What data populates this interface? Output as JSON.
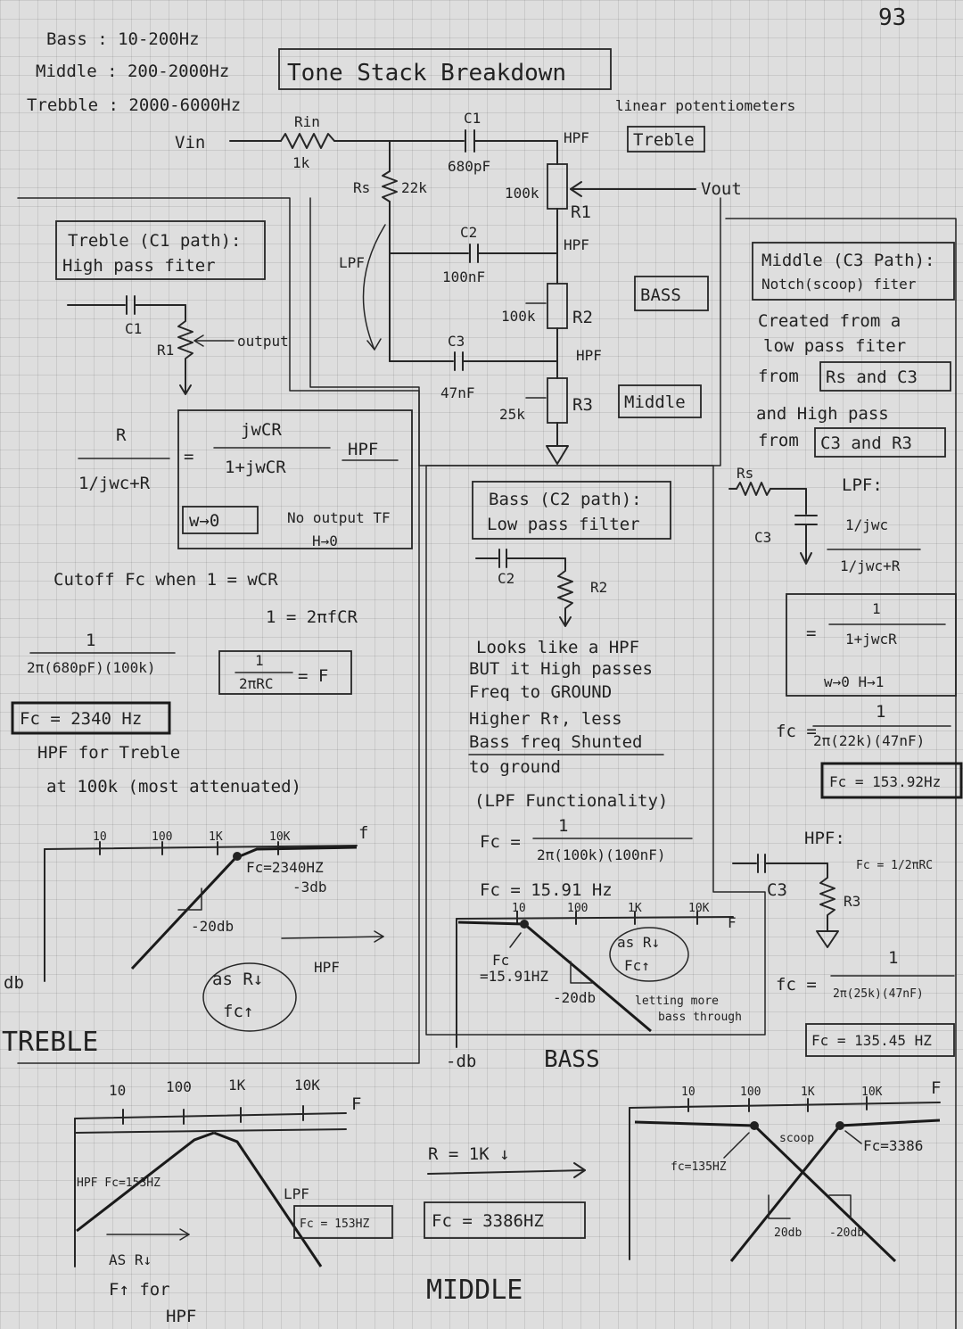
{
  "page": {
    "page_number": "93",
    "title": "Tone Stack Breakdown",
    "bands": [
      "Bass : 10-200Hz",
      "Middle : 200-2000Hz",
      "Trebble : 2000-6000Hz"
    ],
    "note_pots": "linear potentiometers"
  },
  "circuit": {
    "vin": "Vin",
    "rin_name": "Rin",
    "rin_value": "1k",
    "rs_name": "Rs",
    "rs_value": "22k",
    "c1_name": "C1",
    "c1_value": "680pF",
    "c2_name": "C2",
    "c2_value": "100nF",
    "c3_name": "C3",
    "c3_value": "47nF",
    "r1_name": "R1",
    "r1_value": "100k",
    "r2_name": "R2",
    "r2_value": "100k",
    "r3_name": "R3",
    "r3_value": "25k",
    "hpf": "HPF",
    "lpf": "LPF",
    "vout": "Vout",
    "treble_label": "Treble",
    "bass_label": "BASS",
    "middle_label": "Middle"
  },
  "treble": {
    "heading_1": "Treble (C1 path):",
    "heading_2": "High pass fiter",
    "c1": "C1",
    "r1": "R1",
    "output": "output",
    "frac_num": "R",
    "frac_den": "1/jwc+R",
    "eq": "=",
    "tf_num": "jwCR",
    "tf_den": "1+jwCR",
    "tf_tag": "HPF",
    "limit": "w→0",
    "limit_note_1": "No output TF",
    "limit_note_2": "H→0",
    "cutoff_1": "Cutoff Fc when   1 = wCR",
    "cutoff_2": "1 = 2πfCR",
    "calc_num": "1",
    "calc_den": "2π(680pF)(100k)",
    "fc_box": "Fc = 2340 Hz",
    "formula_num": "1",
    "formula_den": "2πRC",
    "formula_rhs": "= F",
    "note_1": "HPF for Treble",
    "note_2": "at 100k (most attenuated)",
    "graph": {
      "ticks": [
        "10",
        "100",
        "1K",
        "10K"
      ],
      "axis_f": "f",
      "axis_db": "db",
      "corner": "Fc=2340HZ",
      "minus3db": "-3db",
      "slope": "-20db",
      "note_1": "as R↓",
      "note_2": "fc↑",
      "tag": "HPF"
    },
    "section_label": "TREBLE"
  },
  "bass": {
    "heading_1": "Bass (C2 path):",
    "heading_2": "Low pass filter",
    "c2": "C2",
    "r2": "R2",
    "notes": [
      "Looks like a HPF",
      "BUT it High passes",
      "Freq to GROUND",
      "Higher R↑, less",
      "Bass freq Shunted",
      "to ground",
      "(LPF Functionality)"
    ],
    "fc_lhs": "Fc =",
    "calc_num": "1",
    "calc_den": "2π(100k)(100nF)",
    "fc_result": "Fc = 15.91 Hz",
    "graph": {
      "ticks": [
        "10",
        "100",
        "1K",
        "10K"
      ],
      "axis_f": "F",
      "axis_db": "-db",
      "corner_1": "Fc",
      "corner_2": "=15.91HZ",
      "slope": "-20db",
      "note_1": "as R↓",
      "note_2": "Fc↑",
      "note_3": "letting more",
      "note_4": "bass through"
    },
    "section_label": "BASS"
  },
  "middle": {
    "heading_1": "Middle (C3 Path):",
    "heading_2": "Notch(scoop) fiter",
    "notes": [
      "Created from a",
      "low pass fiter",
      "from",
      "and High pass",
      "from"
    ],
    "box_rs_c3": "Rs and C3",
    "box_c3_r3": "C3 and R3",
    "rs": "Rs",
    "c3": "C3",
    "lpf_title": "LPF:",
    "lpf_num": "1/jwc",
    "lpf_den": "1/jwc+R",
    "lpf_eq": "=",
    "lpf_res_num": "1",
    "lpf_res_den": "1+jwcR",
    "lpf_limit": "w→0  H→1",
    "fc_lhs": "fc =",
    "lpf_calc_num": "1",
    "lpf_calc_den": "2π(22k)(47nF)",
    "lpf_fc": "Fc = 153.92Hz",
    "hpf_title": "HPF:",
    "hpf_formula": "Fc = 1/2πRC",
    "c3b": "C3",
    "r3": "R3",
    "hpf_calc_num": "1",
    "hpf_calc_den": "2π(25k)(47nF)",
    "hpf_fc": "Fc = 135.45 HZ",
    "graph": {
      "ticks": [
        "10",
        "100",
        "1K",
        "10K"
      ],
      "axis_f": "F",
      "fc_low": "fc=135HZ",
      "scoop": "scoop",
      "fc_high": "Fc=3386",
      "slope_1": "20db",
      "slope_2": "-20db"
    },
    "section_label": "MIDDLE"
  },
  "summary": {
    "ticks": [
      "10",
      "100",
      "1K",
      "10K"
    ],
    "axis_f": "F",
    "hpf_fc": "HPF  Fc=153HZ",
    "lpf": "LPF",
    "lpf_fc": "Fc = 153HZ",
    "as_r": "AS R↓",
    "f_up": "F↑ for",
    "hpf": "HPF",
    "r_change": "R = 1K ↓",
    "fc_box": "Fc = 3386HZ"
  }
}
